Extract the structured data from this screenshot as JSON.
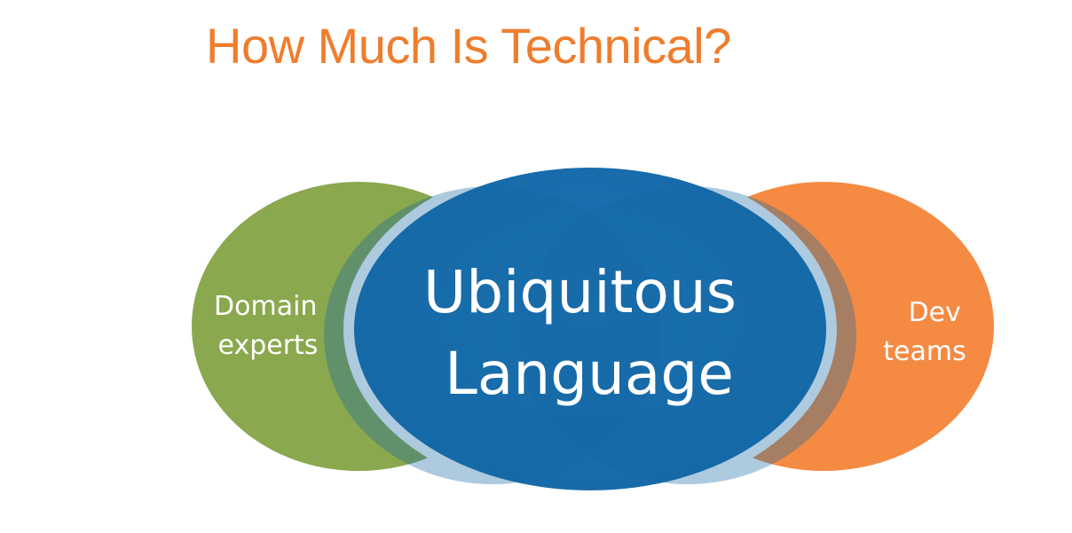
{
  "slide": {
    "title": "How Much Is Technical?"
  },
  "diagram": {
    "left_circle": {
      "line1": "Domain",
      "line2": "experts",
      "color": "#8aa84e"
    },
    "right_circle": {
      "line1": "Dev",
      "line2": "teams",
      "color": "#f58a43"
    },
    "center_circle": {
      "line1": "Ubiquitous",
      "line2": "Language",
      "color": "#1c6fad"
    }
  },
  "colors": {
    "title": "#ef7d2d",
    "ring": "#ffffff"
  }
}
